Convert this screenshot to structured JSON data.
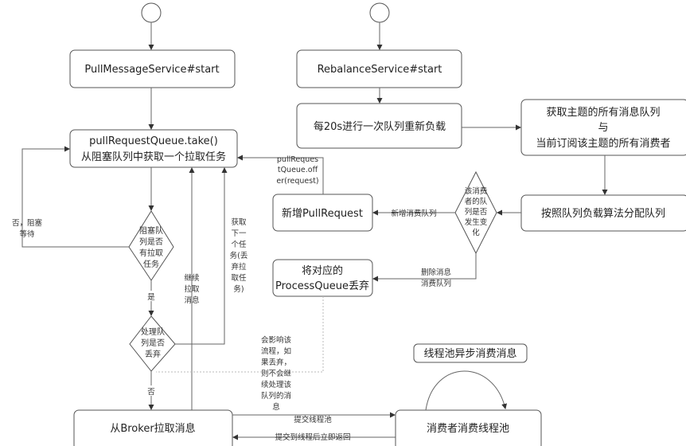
{
  "nodes": {
    "pull_start": "PullMessageService#start",
    "rebalance_start": "RebalanceService#start",
    "take": [
      "pullRequestQueue.take()",
      "从阻塞队列中获取一个拉取任务"
    ],
    "every20s": "每20s进行一次队列重新负载",
    "get_all": [
      "获取主题的所有消息队列",
      "与",
      "当前订阅该主题的所有消费者"
    ],
    "allocate": "按照队列负载算法分配队列",
    "changed": [
      "该消费",
      "者的队",
      "列是否",
      "发生变",
      "化"
    ],
    "new_pull": "新增PullRequest",
    "drop_pq": [
      "将对应的",
      "ProcessQueue丢弃"
    ],
    "has_task": [
      "阻塞队",
      "列是否",
      "有拉取",
      "任务"
    ],
    "discarded": [
      "处理队",
      "列是否",
      "丢弃"
    ],
    "broker": "从Broker拉取消息",
    "consumer_pool": "消费者消费线程池",
    "async_label": "线程池异步消费消息"
  },
  "labels": {
    "offer": [
      "pullReques",
      "tQueue.off",
      "er(request)"
    ],
    "add_queue": "新增消费队列",
    "remove_queue": [
      "删除消息",
      "消费队列"
    ],
    "no_block": [
      "否，阻塞",
      "等待"
    ],
    "yes": "是",
    "no": "否",
    "continue_pull": [
      "继续",
      "拉取",
      "消息"
    ],
    "next_task": [
      "获取",
      "下一",
      "个任",
      "务(丢",
      "弃拉",
      "取任",
      "务)"
    ],
    "note": [
      "会影响该",
      "流程，如",
      "果丢弃，",
      "则不会继",
      "续处理该",
      "队列的消",
      "息"
    ],
    "submit": "提交线程池",
    "return": "提交到线程后立即返回"
  }
}
